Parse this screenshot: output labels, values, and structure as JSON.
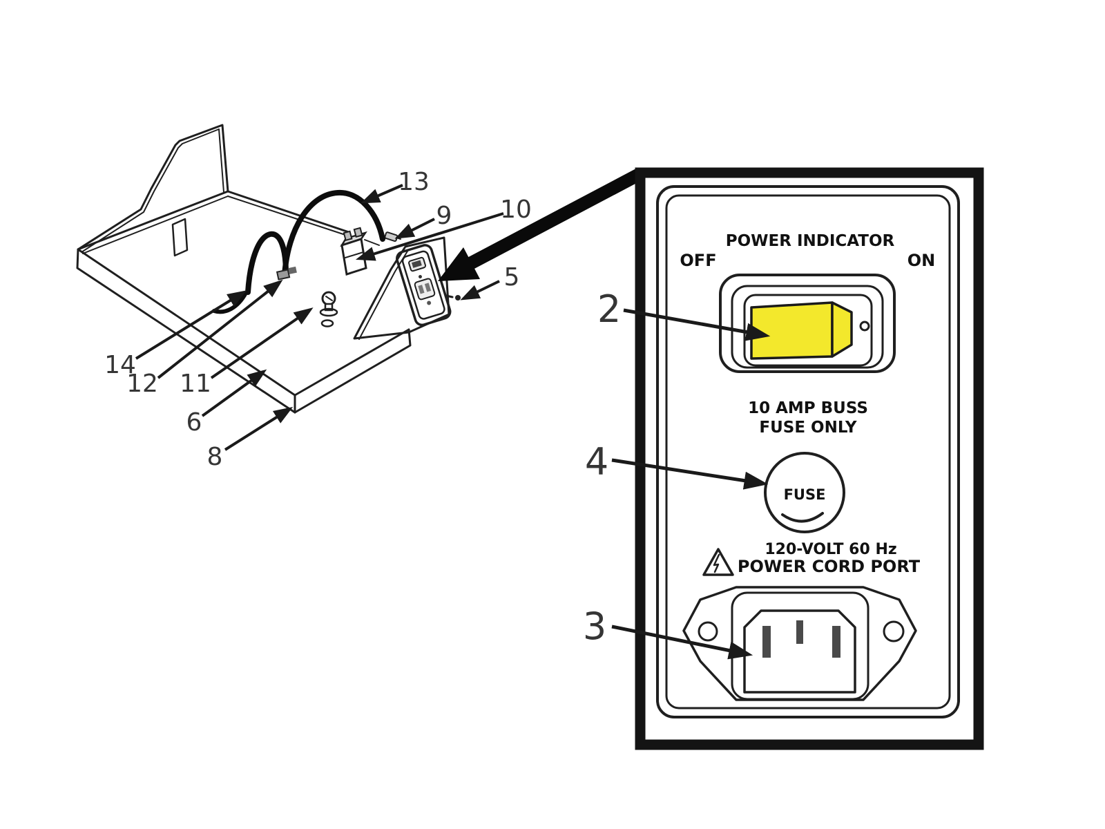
{
  "figure": {
    "colors": {
      "switch_yellow": "#f3e82c",
      "ink": "#1f1f1f",
      "label_gray": "#353535"
    },
    "panel": {
      "power_indicator_label": "POWER INDICATOR",
      "off_label": "OFF",
      "on_label": "ON",
      "fuse_caption_line1": "10 AMP BUSS",
      "fuse_caption_line2": "FUSE ONLY",
      "fuse_cap_label": "FUSE",
      "port_caption_line1": "120-VOLT 60 Hz",
      "port_caption_line2": "POWER CORD PORT"
    },
    "callouts": {
      "item2": "2",
      "item3": "3",
      "item4": "4",
      "item5": "5",
      "item6": "6",
      "item8": "8",
      "item9": "9",
      "item10": "10",
      "item11": "11",
      "item12": "12",
      "item13": "13",
      "item14": "14"
    }
  }
}
